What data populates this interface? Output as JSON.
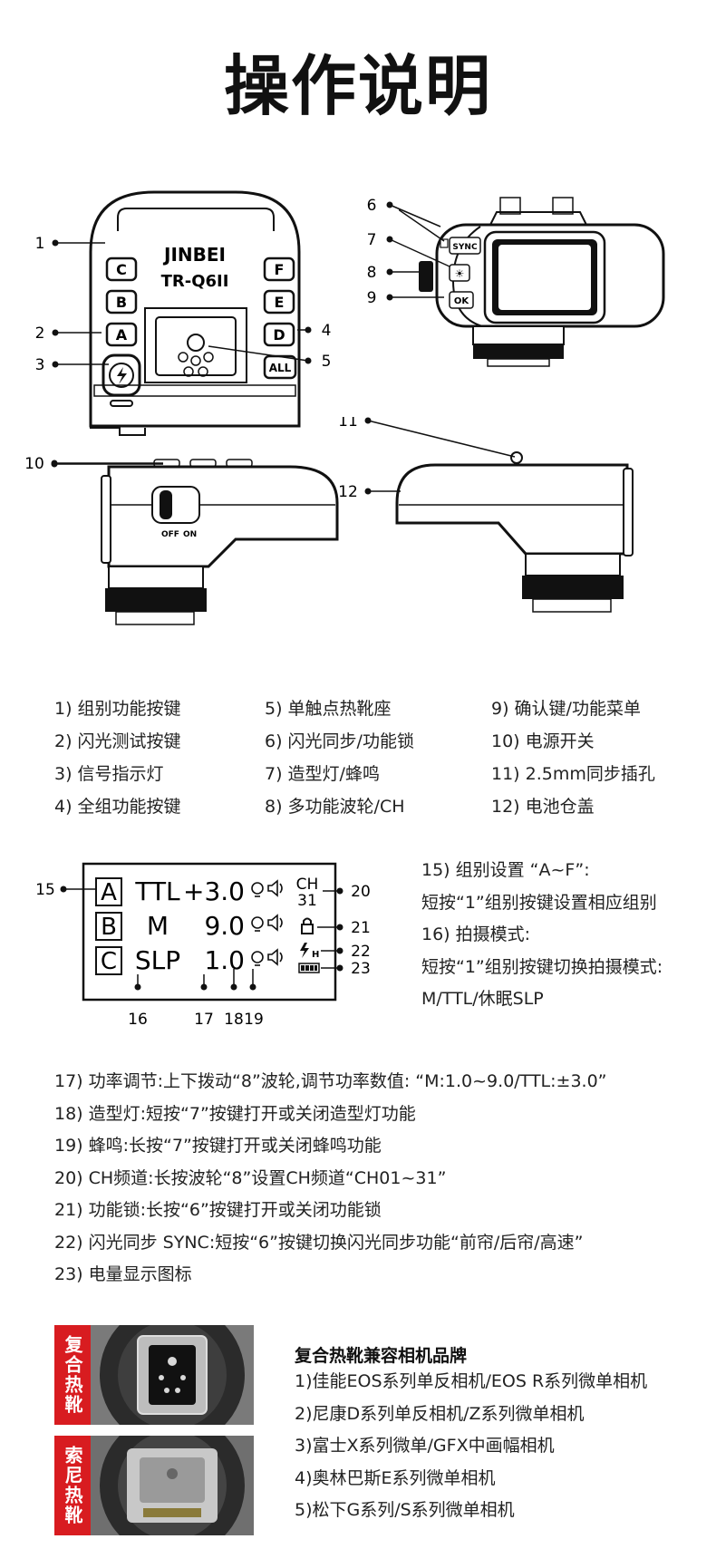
{
  "title": "操作说明",
  "device": {
    "brand": "JINBEI",
    "model": "TR-Q6II",
    "group_keys": [
      "C",
      "B",
      "A",
      "F",
      "E",
      "D",
      "ALL"
    ],
    "buttons": {
      "sync": "SYNC",
      "ok": "OK"
    },
    "switch": {
      "off": "OFF",
      "on": "ON"
    }
  },
  "callouts": [
    "1",
    "2",
    "3",
    "4",
    "5",
    "6",
    "7",
    "8",
    "9",
    "10",
    "11",
    "12"
  ],
  "legend": [
    "1) 组别功能按键",
    "2) 闪光测试按键",
    "3) 信号指示灯",
    "4) 全组功能按键",
    "5) 单触点热靴座",
    "6) 闪光同步/功能锁",
    "7) 造型灯/蜂鸣",
    "8) 多功能波轮/CH",
    "9) 确认键/功能菜单",
    "10) 电源开关",
    "11) 2.5mm同步插孔",
    "12) 电池仓盖"
  ],
  "lcd": {
    "rows": [
      {
        "group": "A",
        "mode": "TTL",
        "value": "+3.0"
      },
      {
        "group": "B",
        "mode": "M",
        "value": "9.0"
      },
      {
        "group": "C",
        "mode": "SLP",
        "value": "1.0"
      }
    ],
    "ch_label": "CH",
    "ch_value": "31",
    "hss": "H",
    "callouts": {
      "c15": "15",
      "c16": "16",
      "c17": "17",
      "c18": "18",
      "c19": "19",
      "c20": "20",
      "c21": "21",
      "c22": "22",
      "c23": "23"
    }
  },
  "lcd_notes": [
    "15) 组别设置 “A~F”:",
    "短按“1”组别按键设置相应组别",
    "16) 拍摄模式:",
    "短按“1”组别按键切换拍摄模式:",
    "M/TTL/休眠SLP"
  ],
  "notes": [
    "17) 功率调节:上下拨动“8”波轮,调节功率数值: “M:1.0~9.0/TTL:±3.0”",
    "18) 造型灯:短按“7”按键打开或关闭造型灯功能",
    "19) 蜂鸣:长按“7”按键打开或关闭蜂鸣功能",
    "20) CH频道:长按波轮“8”设置CH频道“CH01~31”",
    "21) 功能锁:长按“6”按键打开或关闭功能锁",
    "22) 闪光同步 SYNC:短按“6”按键切换闪光同步功能“前帘/后帘/高速”",
    "23) 电量显示图标"
  ],
  "shoe_tags": [
    "复合热靴",
    "索尼热靴"
  ],
  "compat": {
    "title": "复合热靴兼容相机品牌",
    "items": [
      "1)佳能EOS系列单反相机/EOS R系列微单相机",
      "2)尼康D系列单反相机/Z系列微单相机",
      "3)富士X系列微单/GFX中画幅相机",
      "4)奥林巴斯E系列微单相机",
      "5)松下G系列/S系列微单相机"
    ]
  }
}
